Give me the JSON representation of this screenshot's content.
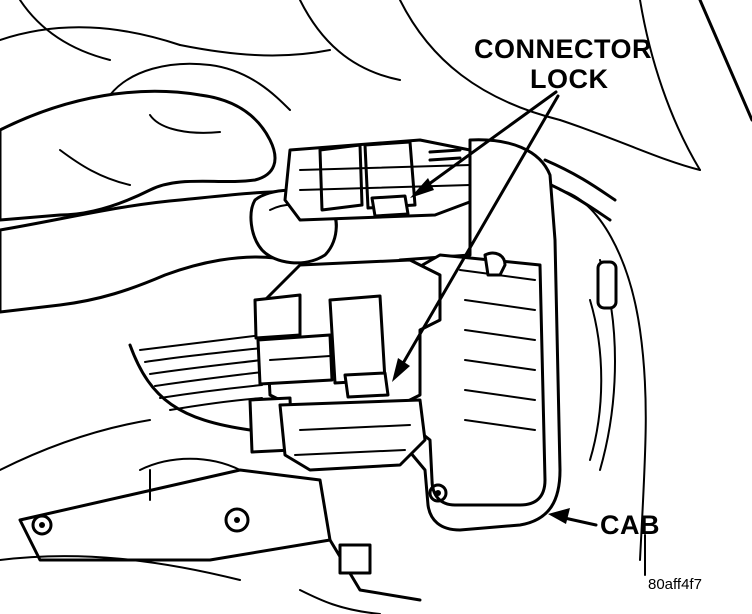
{
  "labels": {
    "connector_line1": "CONNECTOR",
    "connector_line2": "LOCK",
    "cab": "CAB",
    "figure_id": "80aff4f7"
  },
  "colors": {
    "ink": "#000000",
    "paper": "#ffffff"
  }
}
